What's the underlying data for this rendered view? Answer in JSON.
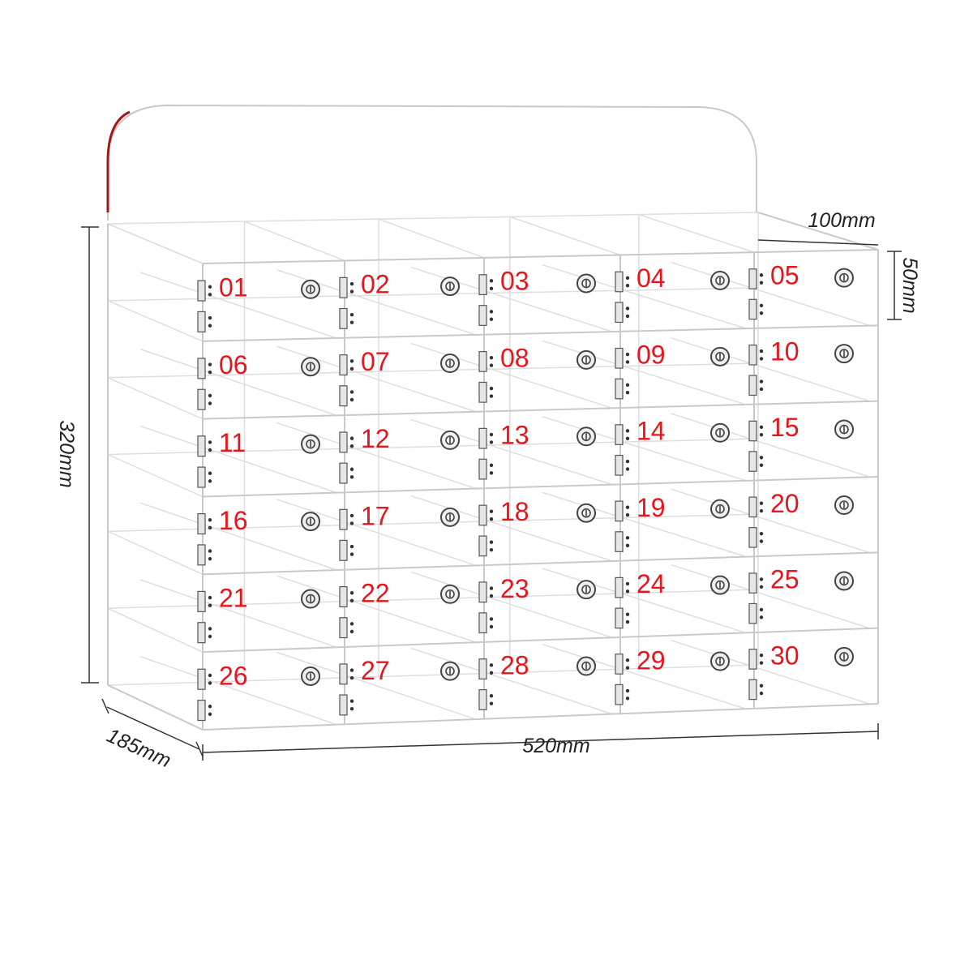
{
  "diagram": {
    "dimensions": {
      "height": "320mm",
      "width": "520mm",
      "depth": "185mm",
      "compartment_depth": "100mm",
      "compartment_height": "50mm"
    },
    "compartments": [
      "01",
      "02",
      "03",
      "04",
      "05",
      "06",
      "07",
      "08",
      "09",
      "10",
      "11",
      "12",
      "13",
      "14",
      "15",
      "16",
      "17",
      "18",
      "19",
      "20",
      "21",
      "22",
      "23",
      "24",
      "25",
      "26",
      "27",
      "28",
      "29",
      "30"
    ],
    "colors": {
      "label": "#e8141c",
      "panel_edge": "#c9c9c9",
      "dimension_line": "#333333",
      "handle_accent": "#a01818"
    }
  }
}
